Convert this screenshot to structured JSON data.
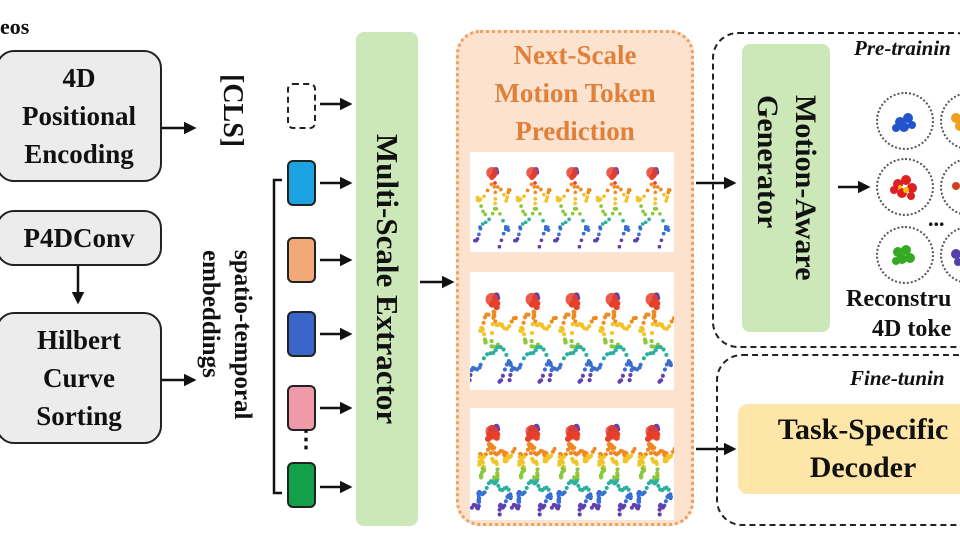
{
  "top_left_fragment": "eos",
  "boxes": {
    "positional_encoding": [
      "4D",
      "Positional",
      "Encoding"
    ],
    "p4dconv": "P4DConv",
    "hilbert": [
      "Hilbert",
      "Curve",
      "Sorting"
    ]
  },
  "cls_label": "[CLS]",
  "embeddings_label": [
    "spatio-temporal",
    "embeddings"
  ],
  "tokens": [
    {
      "kind": "cls",
      "color": "#ffffff"
    },
    {
      "kind": "token",
      "color": "#1aa3e0"
    },
    {
      "kind": "token",
      "color": "#f2a97a"
    },
    {
      "kind": "token",
      "color": "#3a66c9"
    },
    {
      "kind": "token",
      "color": "#ee9aa8"
    },
    {
      "kind": "token",
      "color": "#12a04a"
    }
  ],
  "ellipsis": "⋮",
  "extractor_label": "Multi-Scale Extractor",
  "prediction": {
    "title": [
      "Next-Scale",
      "Motion Token",
      "Prediction"
    ],
    "title_color": "#e0803a"
  },
  "pretrain": {
    "title": "Pre-trainin",
    "generator_label": [
      "Motion-Aware",
      "Generator"
    ],
    "reconstruction": [
      "Reconstru",
      "4D toke"
    ],
    "ellipsis": "..."
  },
  "finetune": {
    "title": "Fine-tunin",
    "decoder_label": [
      "Task-Specific",
      "Decoder"
    ]
  },
  "colors": {
    "green_panel": "#cde8b8",
    "orange_panel": "#fbe3cf",
    "orange_border": "#f0a060",
    "decoder_fill": "#fde6a8",
    "box_fill": "#ececec"
  }
}
